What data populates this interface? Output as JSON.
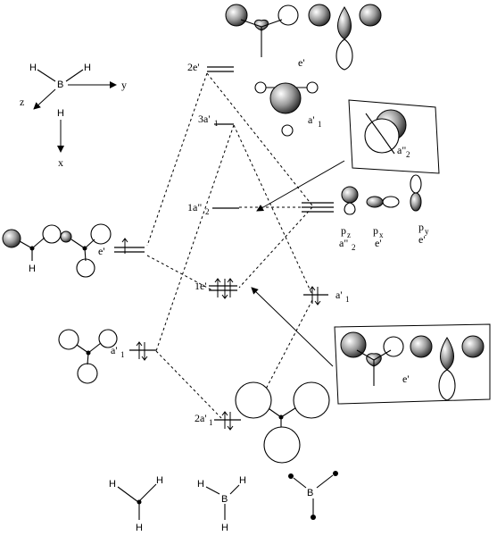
{
  "levels": {
    "mo": {
      "e2": "2e'",
      "a1_3": "3a'",
      "a1_3_sub": "1",
      "a2pp": "1a\"",
      "a2pp_sub": "2",
      "e1": "1e'",
      "a1_2": "2a'",
      "a1_2_sub": "1"
    },
    "left": {
      "e": "e'",
      "a1": "a'",
      "a1_sub": "1"
    },
    "right": {
      "a1": "a'",
      "a1_sub": "1"
    }
  },
  "p_orbitals": {
    "pz": "p",
    "pz_sub": "z",
    "px": "p",
    "px_sub": "x",
    "py": "p",
    "py_sub": "y",
    "pz_sym": "a\"",
    "pz_sym_sub": "2",
    "px_sym": "e'",
    "py_sym": "e'"
  },
  "top_labels": {
    "e_prime": "e'",
    "a1": "a'",
    "a1_sub": "1"
  },
  "box_labels": {
    "a2pp": "a\"",
    "a2pp_sub": "2",
    "e_prime": "e'"
  },
  "axes": {
    "h1": "H",
    "h2": "H",
    "b": "B",
    "h3": "H",
    "y": "y",
    "z": "z",
    "x": "x"
  },
  "fragments": {
    "left_h": "H",
    "bh3_h1": "H",
    "bh3_h2": "H",
    "bh3_h3": "H",
    "bh3_b": "B",
    "bh3_h4": "H",
    "bh3_h5": "H",
    "bh3_h6": "H",
    "b_only": "B"
  }
}
